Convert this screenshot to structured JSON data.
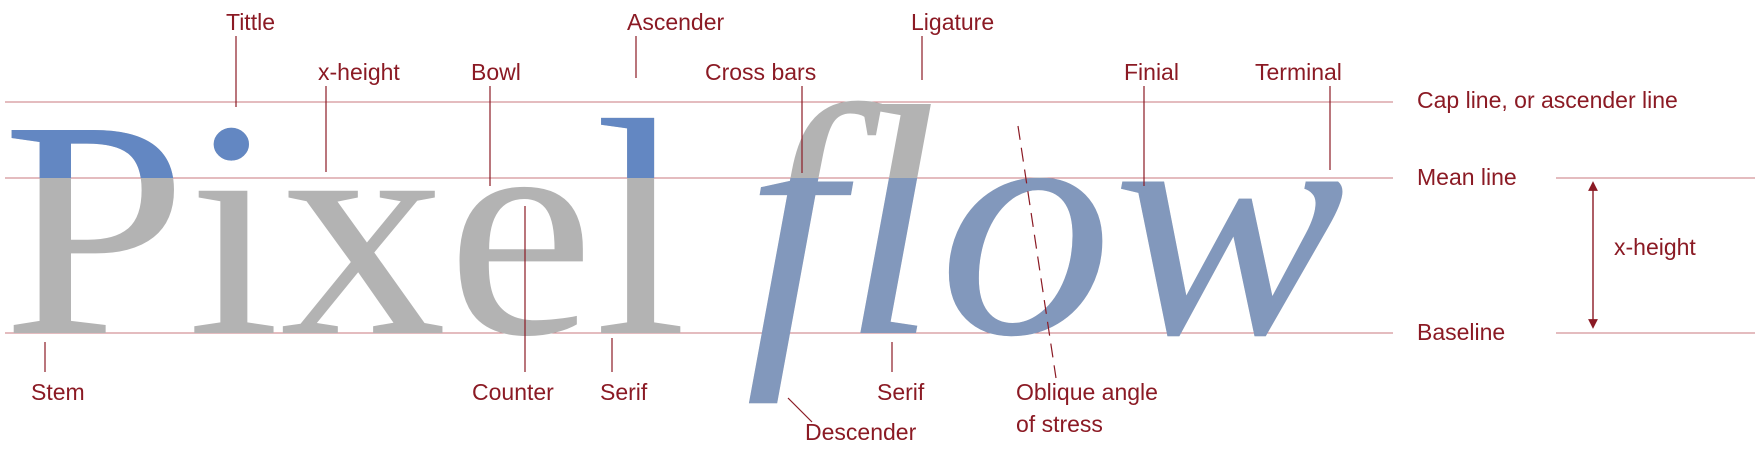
{
  "diagram": {
    "word_upright": "Pixel",
    "word_italic": "flow",
    "labels": {
      "tittle": "Tittle",
      "x_height_top": "x-height",
      "bowl": "Bowl",
      "ascender": "Ascender",
      "cross_bars": "Cross bars",
      "ligature": "Ligature",
      "finial": "Finial",
      "terminal": "Terminal",
      "stem": "Stem",
      "counter": "Counter",
      "serif_left": "Serif",
      "descender": "Descender",
      "serif_right": "Serif",
      "oblique_line1": "Oblique angle",
      "oblique_line2": "of stress"
    },
    "guides": {
      "cap_line": "Cap line, or ascender line",
      "mean_line": "Mean line",
      "baseline": "Baseline",
      "x_height_side": "x-height"
    },
    "colors": {
      "highlight": "#5b83c4",
      "base_glyph": "#b3b3b3",
      "annotation": "#8b1a24",
      "guide_line": "#c97a7f"
    }
  }
}
